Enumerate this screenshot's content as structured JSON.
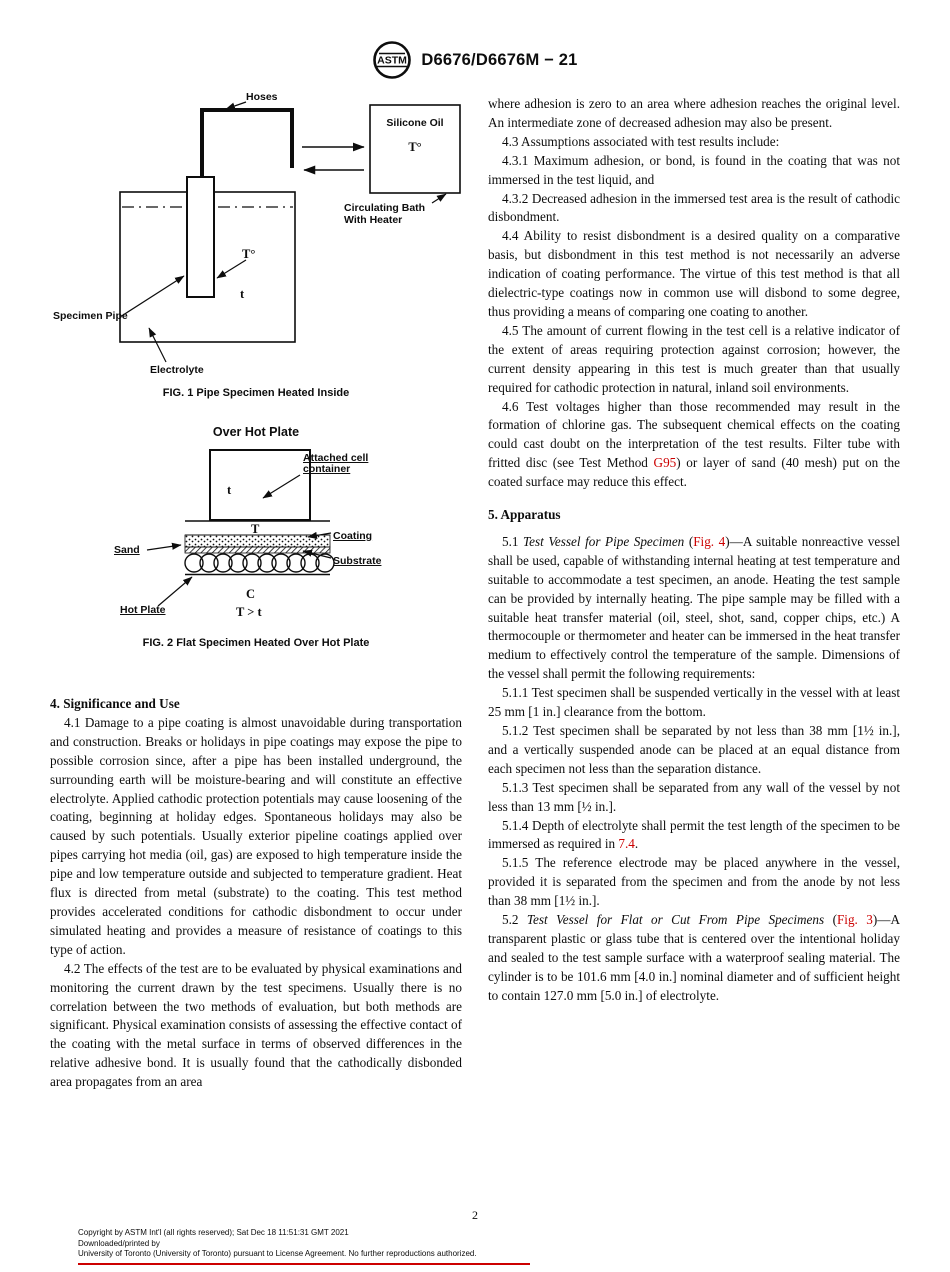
{
  "header": {
    "logo_text": "ASTM",
    "doc_code": "D6676/D6676M − 21"
  },
  "figures": {
    "fig1": {
      "caption": "FIG. 1 Pipe Specimen Heated Inside",
      "labels": {
        "hoses": "Hoses",
        "silicone_oil": "Silicone Oil",
        "bath_temp": "T°",
        "circulating_line1": "Circulating Bath",
        "circulating_line2": "With Heater",
        "pipe_temp": "T°",
        "electrolyte_temp": "t",
        "specimen_pipe": "Specimen Pipe",
        "electrolyte": "Electrolyte"
      }
    },
    "fig2": {
      "title": "Over Hot Plate",
      "caption": "FIG. 2 Flat Specimen Heated Over Hot Plate",
      "labels": {
        "attached_line1": "Attached cell",
        "attached_line2": "container",
        "cell_temp": "t",
        "surface_temp": "T",
        "coating": "Coating",
        "substrate": "Substrate",
        "sand": "Sand",
        "hot_plate": "Hot Plate",
        "c_symbol": "C",
        "temp_relation": "T > t"
      }
    }
  },
  "left": {
    "s4_heading": "4. Significance and Use",
    "p41": "4.1 Damage to a pipe coating is almost unavoidable during transportation and construction. Breaks or holidays in pipe coatings may expose the pipe to possible corrosion since, after a pipe has been installed underground, the surrounding earth will be moisture-bearing and will constitute an effective electrolyte. Applied cathodic protection potentials may cause loosening of the coating, beginning at holiday edges. Spontaneous holidays may also be caused by such potentials. Usually exterior pipeline coatings applied over pipes carrying hot media (oil, gas) are exposed to high temperature inside the pipe and low temperature outside and subjected to temperature gradient. Heat flux is directed from metal (substrate) to the coating. This test method provides accelerated conditions for cathodic disbondment to occur under simulated heating and provides a measure of resistance of coatings to this type of action.",
    "p42": "4.2 The effects of the test are to be evaluated by physical examinations and monitoring the current drawn by the test specimens. Usually there is no correlation between the two methods of evaluation, but both methods are significant. Physical examination consists of assessing the effective contact of the coating with the metal surface in terms of observed differences in the relative adhesive bond. It is usually found that the cathodically disbonded area propagates from an area"
  },
  "right": {
    "cont": "where adhesion is zero to an area where adhesion reaches the original level. An intermediate zone of decreased adhesion may also be present.",
    "p43": "4.3 Assumptions associated with test results include:",
    "p431": "4.3.1 Maximum adhesion, or bond, is found in the coating that was not immersed in the test liquid, and",
    "p432": "4.3.2 Decreased adhesion in the immersed test area is the result of cathodic disbondment.",
    "p44": "4.4 Ability to resist disbondment is a desired quality on a comparative basis, but disbondment in this test method is not necessarily an adverse indication of coating performance. The virtue of this test method is that all dielectric-type coatings now in common use will disbond to some degree, thus providing a means of comparing one coating to another.",
    "p45": "4.5 The amount of current flowing in the test cell is a relative indicator of the extent of areas requiring protection against corrosion; however, the current density appearing in this test is much greater than that usually required for cathodic protection in natural, inland soil environments.",
    "p46": {
      "pre": "4.6 Test voltages higher than those recommended may result in the formation of chlorine gas. The subsequent chemical effects on the coating could cast doubt on the interpretation of the test results. Filter tube with fritted disc (see Test Method ",
      "link": "G95",
      "post": ") or layer of sand (40 mesh) put on the coated surface may reduce this effect."
    },
    "s5_heading": "5. Apparatus",
    "p51": {
      "num": "5.1 ",
      "title": "Test Vessel for Pipe Specimen",
      "open": " (",
      "link": "Fig. 4",
      "rest": ")—A suitable nonreactive vessel shall be used, capable of withstanding internal heating at test temperature and suitable to accommodate a test specimen, an anode. Heating the test sample can be provided by internally heating. The pipe sample may be filled with a suitable heat transfer material (oil, steel, shot, sand, copper chips, etc.) A thermocouple or thermometer and heater can be immersed in the heat transfer medium to effectively control the temperature of the sample. Dimensions of the vessel shall permit the following requirements:"
    },
    "p511": "5.1.1 Test specimen shall be suspended vertically in the vessel with at least 25 mm [1 in.] clearance from the bottom.",
    "p512": "5.1.2 Test specimen shall be separated by not less than 38 mm [1½ in.], and a vertically suspended anode can be placed at an equal distance from each specimen not less than the separation distance.",
    "p513": "5.1.3 Test specimen shall be separated from any wall of the vessel by not less than 13 mm [½ in.].",
    "p514": {
      "pre": "5.1.4 Depth of electrolyte shall permit the test length of the specimen to be immersed as required in ",
      "link": "7.4",
      "post": "."
    },
    "p515": "5.1.5 The reference electrode may be placed anywhere in the vessel, provided it is separated from the specimen and from the anode by not less than 38 mm [1½ in.].",
    "p52": {
      "num": "5.2 ",
      "title": "Test Vessel for Flat or Cut From Pipe Specimens",
      "open": " (",
      "link": "Fig. 3",
      "rest": ")—A transparent plastic or glass tube that is centered over the intentional holiday and sealed to the test sample surface with a waterproof sealing material. The cylinder is to be 101.6 mm [4.0 in.] nominal diameter and of sufficient height to contain 127.0 mm [5.0 in.] of electrolyte."
    }
  },
  "footer": {
    "page_number": "2",
    "line1": "Copyright by ASTM Int'l (all rights reserved); Sat Dec 18 11:51:31 GMT 2021",
    "line2": "Downloaded/printed by",
    "line3": "University of Toronto (University of Toronto) pursuant to License Agreement. No further reproductions authorized."
  },
  "colors": {
    "link_red": "#CC0000",
    "footer_rule_red": "#CC0000"
  }
}
